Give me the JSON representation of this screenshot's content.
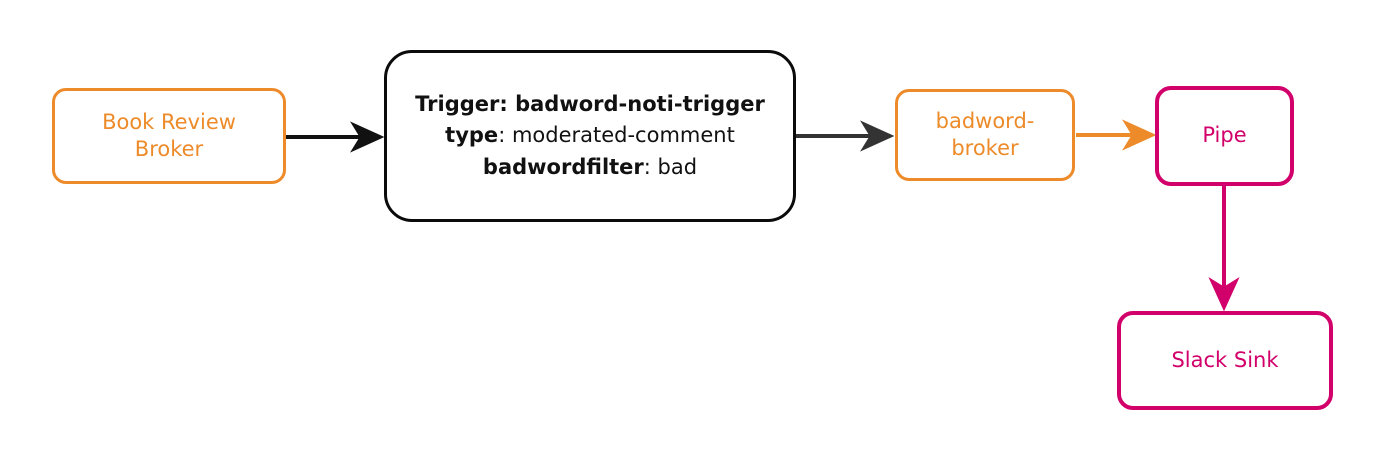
{
  "diagram": {
    "type": "flow",
    "background": "#ffffff",
    "colors": {
      "broker_orange": "#ED8B2A",
      "trigger_black": "#0b0b0b",
      "crimson": "#D2006B",
      "arrow_dark": "#333333"
    },
    "nodes": {
      "book_review_broker": {
        "label": "Book Review\nBroker",
        "kind": "broker",
        "color": "#ED8B2A"
      },
      "trigger": {
        "kind": "trigger",
        "color": "#0b0b0b",
        "lines": [
          {
            "bold": "Trigger: badword-noti-trigger",
            "rest": ""
          },
          {
            "bold": "type",
            "rest": ": moderated-comment"
          },
          {
            "bold": "badwordfilter",
            "rest": ": bad"
          }
        ]
      },
      "badword_broker": {
        "label": "badword-\nbroker",
        "kind": "broker",
        "color": "#ED8B2A"
      },
      "pipe": {
        "label": "Pipe",
        "kind": "pipe",
        "color": "#D2006B"
      },
      "slack_sink": {
        "label": "Slack Sink",
        "kind": "sink",
        "color": "#D2006B"
      }
    },
    "edges": [
      {
        "from": "book_review_broker",
        "to": "trigger",
        "color": "#111111",
        "direction": "right"
      },
      {
        "from": "trigger",
        "to": "badword_broker",
        "color": "#333333",
        "direction": "right"
      },
      {
        "from": "badword_broker",
        "to": "pipe",
        "color": "#ED8B2A",
        "direction": "right"
      },
      {
        "from": "pipe",
        "to": "slack_sink",
        "color": "#D2006B",
        "direction": "down"
      }
    ]
  }
}
